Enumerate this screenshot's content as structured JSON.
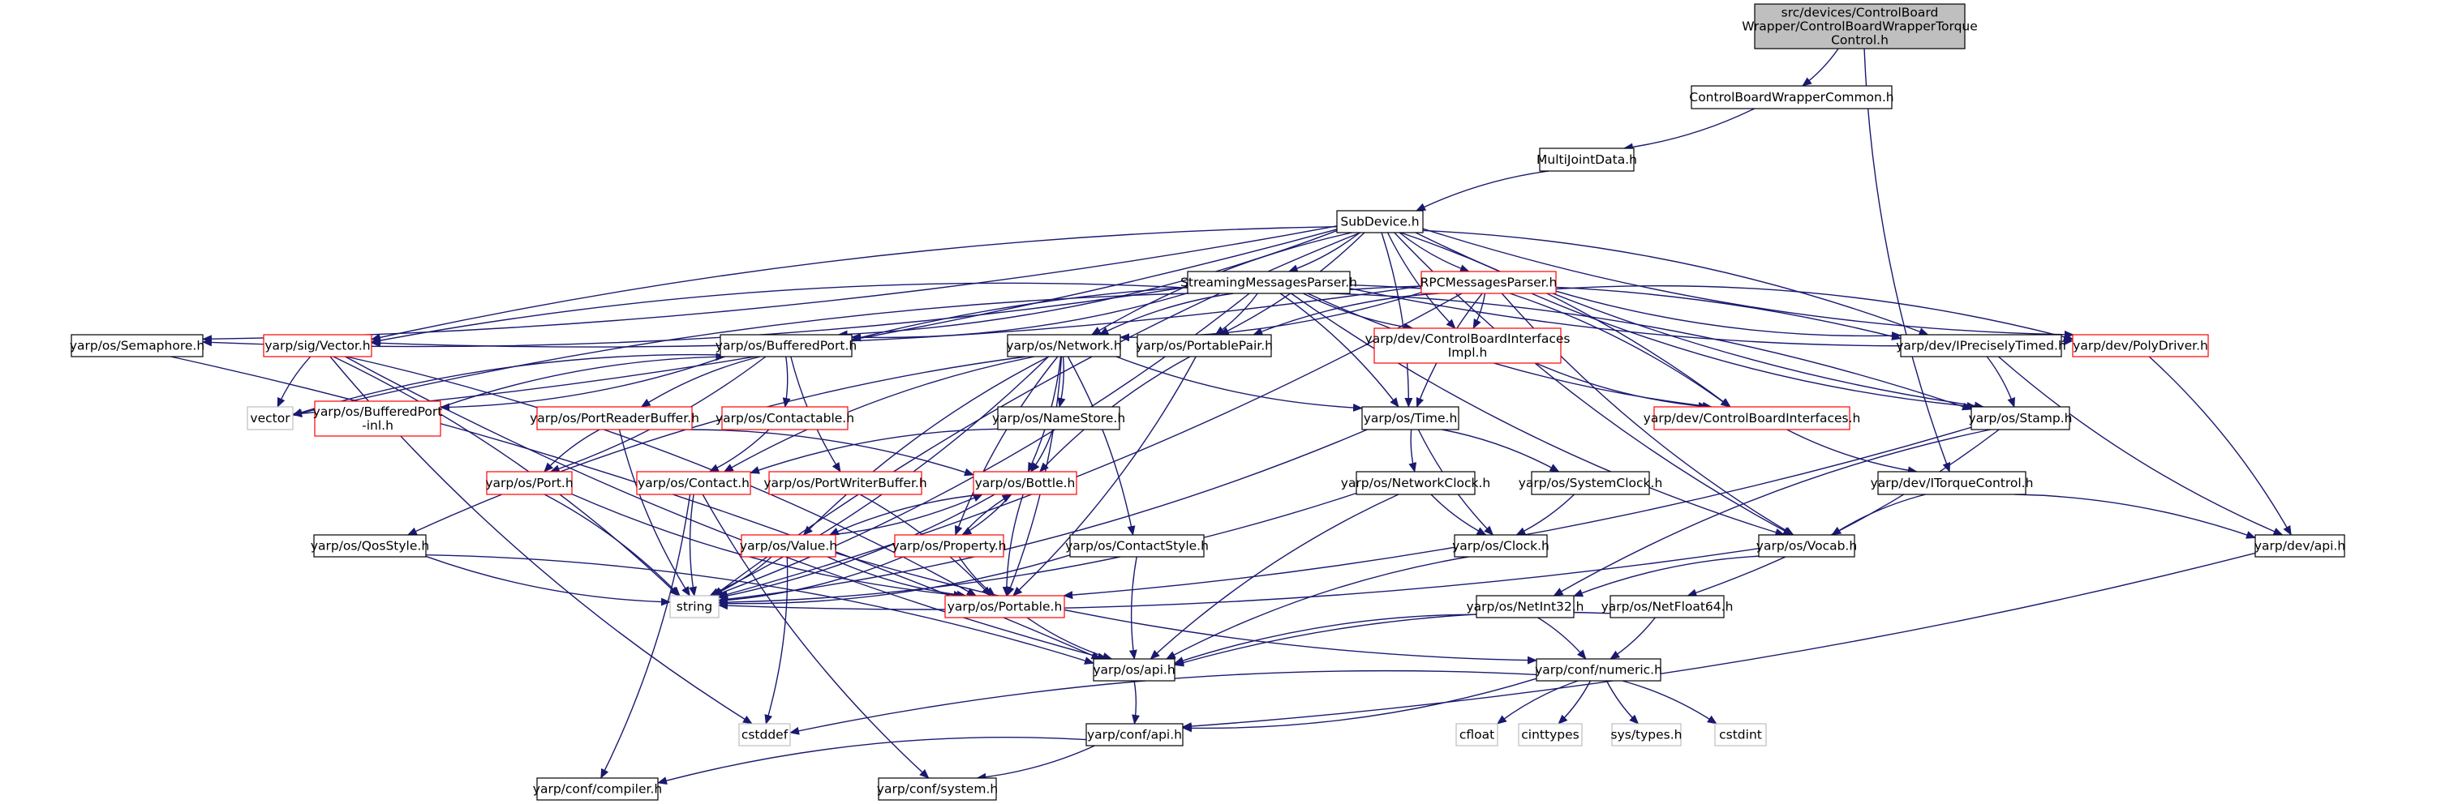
{
  "colors": {
    "edge": "#191970",
    "border_normal": "#000000",
    "border_truncated": "#ff0000",
    "border_external": "#bfbfbf",
    "root_fill": "#bfbfbf",
    "text_normal": "#000000",
    "text_external": "#000000"
  },
  "nodes": [
    {
      "id": "root",
      "lines": [
        "src/devices/ControlBoard",
        "Wrapper/ControlBoardWrapperTorque",
        "Control.h"
      ],
      "style": "root"
    },
    {
      "id": "cbwc",
      "lines": [
        "ControlBoardWrapperCommon.h"
      ],
      "style": "normal"
    },
    {
      "id": "mjd",
      "lines": [
        "MultiJointData.h"
      ],
      "style": "normal"
    },
    {
      "id": "subdev",
      "lines": [
        "SubDevice.h"
      ],
      "style": "normal"
    },
    {
      "id": "smp",
      "lines": [
        "StreamingMessagesParser.h"
      ],
      "style": "normal"
    },
    {
      "id": "rpc",
      "lines": [
        "RPCMessagesParser.h"
      ],
      "style": "truncated"
    },
    {
      "id": "sem",
      "lines": [
        "yarp/os/Semaphore.h"
      ],
      "style": "normal"
    },
    {
      "id": "vec",
      "lines": [
        "yarp/sig/Vector.h"
      ],
      "style": "truncated"
    },
    {
      "id": "bport",
      "lines": [
        "yarp/os/BufferedPort.h"
      ],
      "style": "normal"
    },
    {
      "id": "net",
      "lines": [
        "yarp/os/Network.h"
      ],
      "style": "normal"
    },
    {
      "id": "ppair",
      "lines": [
        "yarp/os/PortablePair.h"
      ],
      "style": "normal"
    },
    {
      "id": "cbii",
      "lines": [
        "yarp/dev/ControlBoardInterfaces",
        "Impl.h"
      ],
      "style": "truncated"
    },
    {
      "id": "ipt",
      "lines": [
        "yarp/dev/IPreciselyTimed.h"
      ],
      "style": "normal"
    },
    {
      "id": "poly",
      "lines": [
        "yarp/dev/PolyDriver.h"
      ],
      "style": "truncated"
    },
    {
      "id": "vector",
      "lines": [
        "vector"
      ],
      "style": "external"
    },
    {
      "id": "bpinl",
      "lines": [
        "yarp/os/BufferedPort",
        "-inl.h"
      ],
      "style": "truncated"
    },
    {
      "id": "prb",
      "lines": [
        "yarp/os/PortReaderBuffer.h"
      ],
      "style": "truncated"
    },
    {
      "id": "contactable",
      "lines": [
        "yarp/os/Contactable.h"
      ],
      "style": "truncated"
    },
    {
      "id": "ns",
      "lines": [
        "yarp/os/NameStore.h"
      ],
      "style": "normal"
    },
    {
      "id": "time",
      "lines": [
        "yarp/os/Time.h"
      ],
      "style": "normal"
    },
    {
      "id": "cbi",
      "lines": [
        "yarp/dev/ControlBoardInterfaces.h"
      ],
      "style": "truncated"
    },
    {
      "id": "stamp",
      "lines": [
        "yarp/os/Stamp.h"
      ],
      "style": "normal"
    },
    {
      "id": "port",
      "lines": [
        "yarp/os/Port.h"
      ],
      "style": "truncated"
    },
    {
      "id": "contact",
      "lines": [
        "yarp/os/Contact.h"
      ],
      "style": "truncated"
    },
    {
      "id": "pwb",
      "lines": [
        "yarp/os/PortWriterBuffer.h"
      ],
      "style": "truncated"
    },
    {
      "id": "bottle",
      "lines": [
        "yarp/os/Bottle.h"
      ],
      "style": "truncated"
    },
    {
      "id": "netclock",
      "lines": [
        "yarp/os/NetworkClock.h"
      ],
      "style": "normal"
    },
    {
      "id": "sysclock",
      "lines": [
        "yarp/os/SystemClock.h"
      ],
      "style": "normal"
    },
    {
      "id": "itc",
      "lines": [
        "yarp/dev/ITorqueControl.h"
      ],
      "style": "normal"
    },
    {
      "id": "qos",
      "lines": [
        "yarp/os/QosStyle.h"
      ],
      "style": "normal"
    },
    {
      "id": "value",
      "lines": [
        "yarp/os/Value.h"
      ],
      "style": "truncated"
    },
    {
      "id": "prop",
      "lines": [
        "yarp/os/Property.h"
      ],
      "style": "truncated"
    },
    {
      "id": "cstyle",
      "lines": [
        "yarp/os/ContactStyle.h"
      ],
      "style": "normal"
    },
    {
      "id": "clock",
      "lines": [
        "yarp/os/Clock.h"
      ],
      "style": "normal"
    },
    {
      "id": "vocab",
      "lines": [
        "yarp/os/Vocab.h"
      ],
      "style": "normal"
    },
    {
      "id": "devapi",
      "lines": [
        "yarp/dev/api.h"
      ],
      "style": "normal"
    },
    {
      "id": "string",
      "lines": [
        "string"
      ],
      "style": "external"
    },
    {
      "id": "portable",
      "lines": [
        "yarp/os/Portable.h"
      ],
      "style": "truncated"
    },
    {
      "id": "ni32",
      "lines": [
        "yarp/os/NetInt32.h"
      ],
      "style": "normal"
    },
    {
      "id": "nf64",
      "lines": [
        "yarp/os/NetFloat64.h"
      ],
      "style": "normal"
    },
    {
      "id": "osapi",
      "lines": [
        "yarp/os/api.h"
      ],
      "style": "normal"
    },
    {
      "id": "numeric",
      "lines": [
        "yarp/conf/numeric.h"
      ],
      "style": "normal"
    },
    {
      "id": "cstddef",
      "lines": [
        "cstddef"
      ],
      "style": "external"
    },
    {
      "id": "confapi",
      "lines": [
        "yarp/conf/api.h"
      ],
      "style": "normal"
    },
    {
      "id": "cfloat",
      "lines": [
        "cfloat"
      ],
      "style": "external"
    },
    {
      "id": "cinttypes",
      "lines": [
        "cinttypes"
      ],
      "style": "external"
    },
    {
      "id": "systypes",
      "lines": [
        "sys/types.h"
      ],
      "style": "external"
    },
    {
      "id": "cstdint",
      "lines": [
        "cstdint"
      ],
      "style": "external"
    },
    {
      "id": "compiler",
      "lines": [
        "yarp/conf/compiler.h"
      ],
      "style": "normal"
    },
    {
      "id": "system",
      "lines": [
        "yarp/conf/system.h"
      ],
      "style": "normal"
    }
  ],
  "edges": [
    [
      "root",
      "cbwc"
    ],
    [
      "root",
      "itc"
    ],
    [
      "cbwc",
      "mjd"
    ],
    [
      "mjd",
      "subdev"
    ],
    [
      "subdev",
      "sem"
    ],
    [
      "subdev",
      "vec"
    ],
    [
      "subdev",
      "bport"
    ],
    [
      "subdev",
      "net"
    ],
    [
      "subdev",
      "ppair"
    ],
    [
      "subdev",
      "cbii"
    ],
    [
      "subdev",
      "ipt"
    ],
    [
      "subdev",
      "poly"
    ],
    [
      "subdev",
      "smp"
    ],
    [
      "subdev",
      "rpc"
    ],
    [
      "subdev",
      "vector"
    ],
    [
      "subdev",
      "string"
    ],
    [
      "subdev",
      "time"
    ],
    [
      "subdev",
      "stamp"
    ],
    [
      "subdev",
      "cbi"
    ],
    [
      "subdev",
      "vocab"
    ],
    [
      "smp",
      "sem"
    ],
    [
      "smp",
      "vec"
    ],
    [
      "smp",
      "bport"
    ],
    [
      "smp",
      "net"
    ],
    [
      "smp",
      "ppair"
    ],
    [
      "smp",
      "cbii"
    ],
    [
      "smp",
      "ipt"
    ],
    [
      "smp",
      "poly"
    ],
    [
      "smp",
      "time"
    ],
    [
      "smp",
      "cbi"
    ],
    [
      "smp",
      "stamp"
    ],
    [
      "smp",
      "vector"
    ],
    [
      "smp",
      "string"
    ],
    [
      "smp",
      "vocab"
    ],
    [
      "rpc",
      "vec"
    ],
    [
      "rpc",
      "bport"
    ],
    [
      "rpc",
      "net"
    ],
    [
      "rpc",
      "ppair"
    ],
    [
      "rpc",
      "cbii"
    ],
    [
      "rpc",
      "ipt"
    ],
    [
      "rpc",
      "poly"
    ],
    [
      "rpc",
      "time"
    ],
    [
      "rpc",
      "cbi"
    ],
    [
      "rpc",
      "stamp"
    ],
    [
      "rpc",
      "string"
    ],
    [
      "rpc",
      "vocab"
    ],
    [
      "sem",
      "osapi"
    ],
    [
      "vec",
      "vector"
    ],
    [
      "vec",
      "string"
    ],
    [
      "vec",
      "osapi"
    ],
    [
      "vec",
      "portable"
    ],
    [
      "vec",
      "cstddef"
    ],
    [
      "bport",
      "bpinl"
    ],
    [
      "bport",
      "prb"
    ],
    [
      "bport",
      "contactable"
    ],
    [
      "bport",
      "pwb"
    ],
    [
      "bport",
      "port"
    ],
    [
      "bport",
      "vector"
    ],
    [
      "bpinl",
      "bport"
    ],
    [
      "net",
      "contact"
    ],
    [
      "net",
      "ns"
    ],
    [
      "net",
      "time"
    ],
    [
      "net",
      "bottle"
    ],
    [
      "net",
      "prop"
    ],
    [
      "net",
      "cstyle"
    ],
    [
      "net",
      "qos"
    ],
    [
      "net",
      "portable"
    ],
    [
      "net",
      "value"
    ],
    [
      "net",
      "string"
    ],
    [
      "ppair",
      "bottle"
    ],
    [
      "ppair",
      "portable"
    ],
    [
      "cbii",
      "cbi"
    ],
    [
      "ipt",
      "stamp"
    ],
    [
      "ipt",
      "devapi"
    ],
    [
      "poly",
      "devapi"
    ],
    [
      "prb",
      "port"
    ],
    [
      "prb",
      "bottle"
    ],
    [
      "prb",
      "string"
    ],
    [
      "contactable",
      "contact"
    ],
    [
      "ns",
      "contact"
    ],
    [
      "ns",
      "bottle"
    ],
    [
      "time",
      "netclock"
    ],
    [
      "time",
      "sysclock"
    ],
    [
      "time",
      "clock"
    ],
    [
      "time",
      "string"
    ],
    [
      "cbi",
      "itc"
    ],
    [
      "stamp",
      "portable"
    ],
    [
      "stamp",
      "ni32"
    ],
    [
      "stamp",
      "nf64"
    ],
    [
      "port",
      "portable"
    ],
    [
      "port",
      "string"
    ],
    [
      "contact",
      "string"
    ],
    [
      "contact",
      "compiler"
    ],
    [
      "contact",
      "system"
    ],
    [
      "pwb",
      "portable"
    ],
    [
      "bottle",
      "value"
    ],
    [
      "bottle",
      "prop"
    ],
    [
      "bottle",
      "portable"
    ],
    [
      "bottle",
      "string"
    ],
    [
      "value",
      "bottle"
    ],
    [
      "value",
      "string"
    ],
    [
      "value",
      "portable"
    ],
    [
      "value",
      "cstddef"
    ],
    [
      "value",
      "numeric"
    ],
    [
      "prop",
      "bottle"
    ],
    [
      "prop",
      "portable"
    ],
    [
      "prop",
      "string"
    ],
    [
      "netclock",
      "clock"
    ],
    [
      "netclock",
      "string"
    ],
    [
      "netclock",
      "osapi"
    ],
    [
      "sysclock",
      "clock"
    ],
    [
      "itc",
      "vocab"
    ],
    [
      "itc",
      "devapi"
    ],
    [
      "qos",
      "string"
    ],
    [
      "qos",
      "osapi"
    ],
    [
      "cstyle",
      "osapi"
    ],
    [
      "cstyle",
      "string"
    ],
    [
      "clock",
      "osapi"
    ],
    [
      "vocab",
      "string"
    ],
    [
      "vocab",
      "ni32"
    ],
    [
      "devapi",
      "confapi"
    ],
    [
      "portable",
      "osapi"
    ],
    [
      "ni32",
      "numeric"
    ],
    [
      "ni32",
      "osapi"
    ],
    [
      "nf64",
      "numeric"
    ],
    [
      "nf64",
      "osapi"
    ],
    [
      "osapi",
      "confapi"
    ],
    [
      "numeric",
      "cstddef"
    ],
    [
      "numeric",
      "confapi"
    ],
    [
      "numeric",
      "cfloat"
    ],
    [
      "numeric",
      "cinttypes"
    ],
    [
      "numeric",
      "systypes"
    ],
    [
      "numeric",
      "cstdint"
    ],
    [
      "confapi",
      "compiler"
    ],
    [
      "confapi",
      "system"
    ]
  ]
}
